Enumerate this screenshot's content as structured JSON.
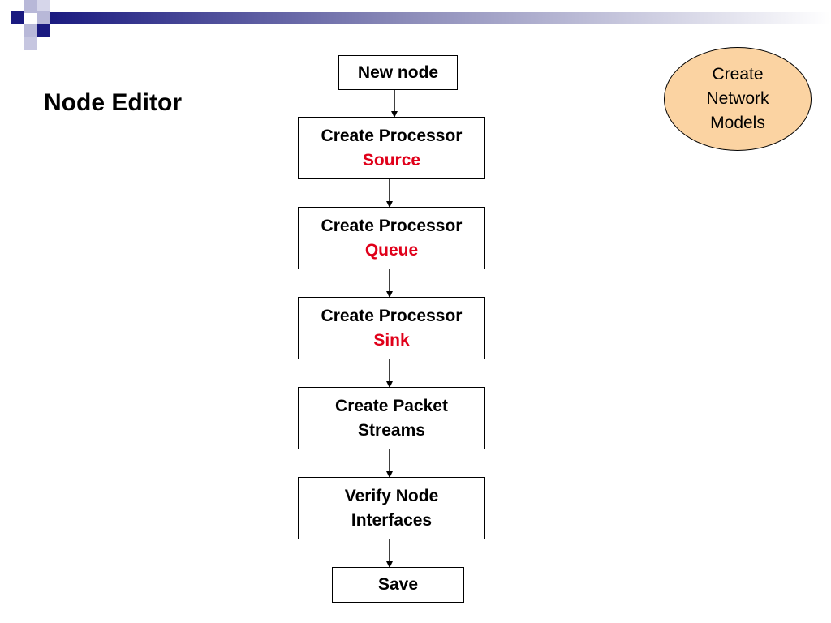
{
  "slide": {
    "title": "Node Editor",
    "badge": "Create Network Models"
  },
  "flow": {
    "steps": [
      {
        "line1": "New node",
        "line2": ""
      },
      {
        "line1": "Create Processor",
        "line2": "Source"
      },
      {
        "line1": "Create Processor",
        "line2": "Queue"
      },
      {
        "line1": "Create Processor",
        "line2": "Sink"
      },
      {
        "line1": "Create Packet",
        "line2": "Streams"
      },
      {
        "line1": "Verify Node",
        "line2": "Interfaces"
      },
      {
        "line1": "Save",
        "line2": ""
      }
    ]
  },
  "colors": {
    "accent_text": "#e0001a",
    "badge_fill": "#fbd3a2",
    "banner_dark": "#1a1a80"
  }
}
